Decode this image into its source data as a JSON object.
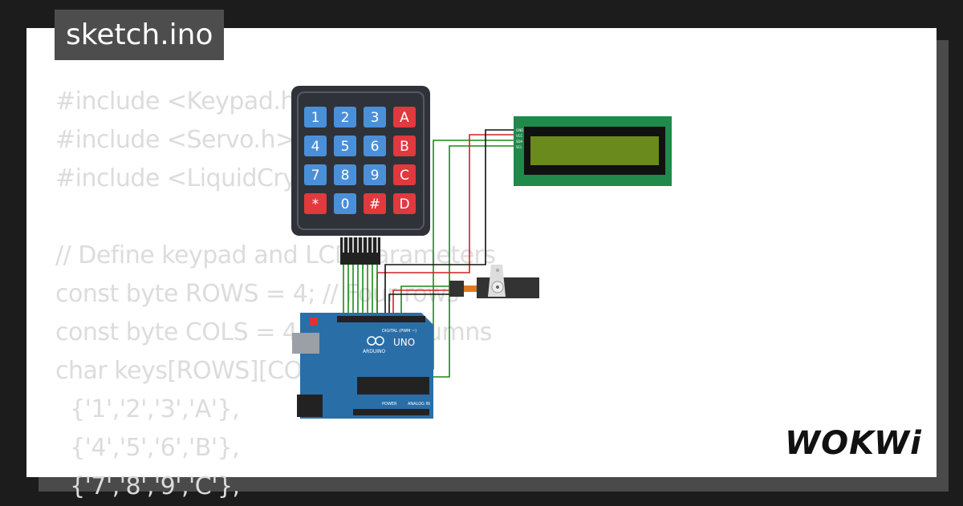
{
  "window": {
    "title": "sketch.ino"
  },
  "code_lines": [
    "#include <Keypad.h>",
    "#include <Servo.h>",
    "#include <LiquidCrystal_I2C.h>",
    "",
    "// Define keypad and LCD parameters",
    "const byte ROWS = 4; // Four rows",
    "const byte COLS = 4; // Four columns",
    "char keys[ROWS][COLS] = {",
    "  {'1','2','3','A'},",
    "  {'4','5','6','B'},",
    "  {'7','8','9','C'},"
  ],
  "keypad": {
    "keys": [
      "1",
      "2",
      "3",
      "A",
      "4",
      "5",
      "6",
      "B",
      "7",
      "8",
      "9",
      "C",
      "*",
      "0",
      "#",
      "D"
    ]
  },
  "lcd": {
    "pin_labels": [
      "GND",
      "VCC",
      "SDA",
      "SCL"
    ]
  },
  "arduino": {
    "model_label": "UNO",
    "brand_label": "ARDUINO",
    "digital_label": "DIGITAL (PWM ~)",
    "power_label": "POWER",
    "analog_label": "ANALOG IN"
  },
  "logo": {
    "text": "WOKWi"
  },
  "colors": {
    "keypad_body": "#2f3238",
    "key_blue": "#4a90d9",
    "key_red": "#e0393e",
    "lcd_board": "#1f8a4a",
    "lcd_screen": "#6b8a1e",
    "arduino_board": "#2a6ea8",
    "wire_green": "#1a8a1a",
    "wire_red": "#d42020",
    "wire_black": "#111111"
  }
}
